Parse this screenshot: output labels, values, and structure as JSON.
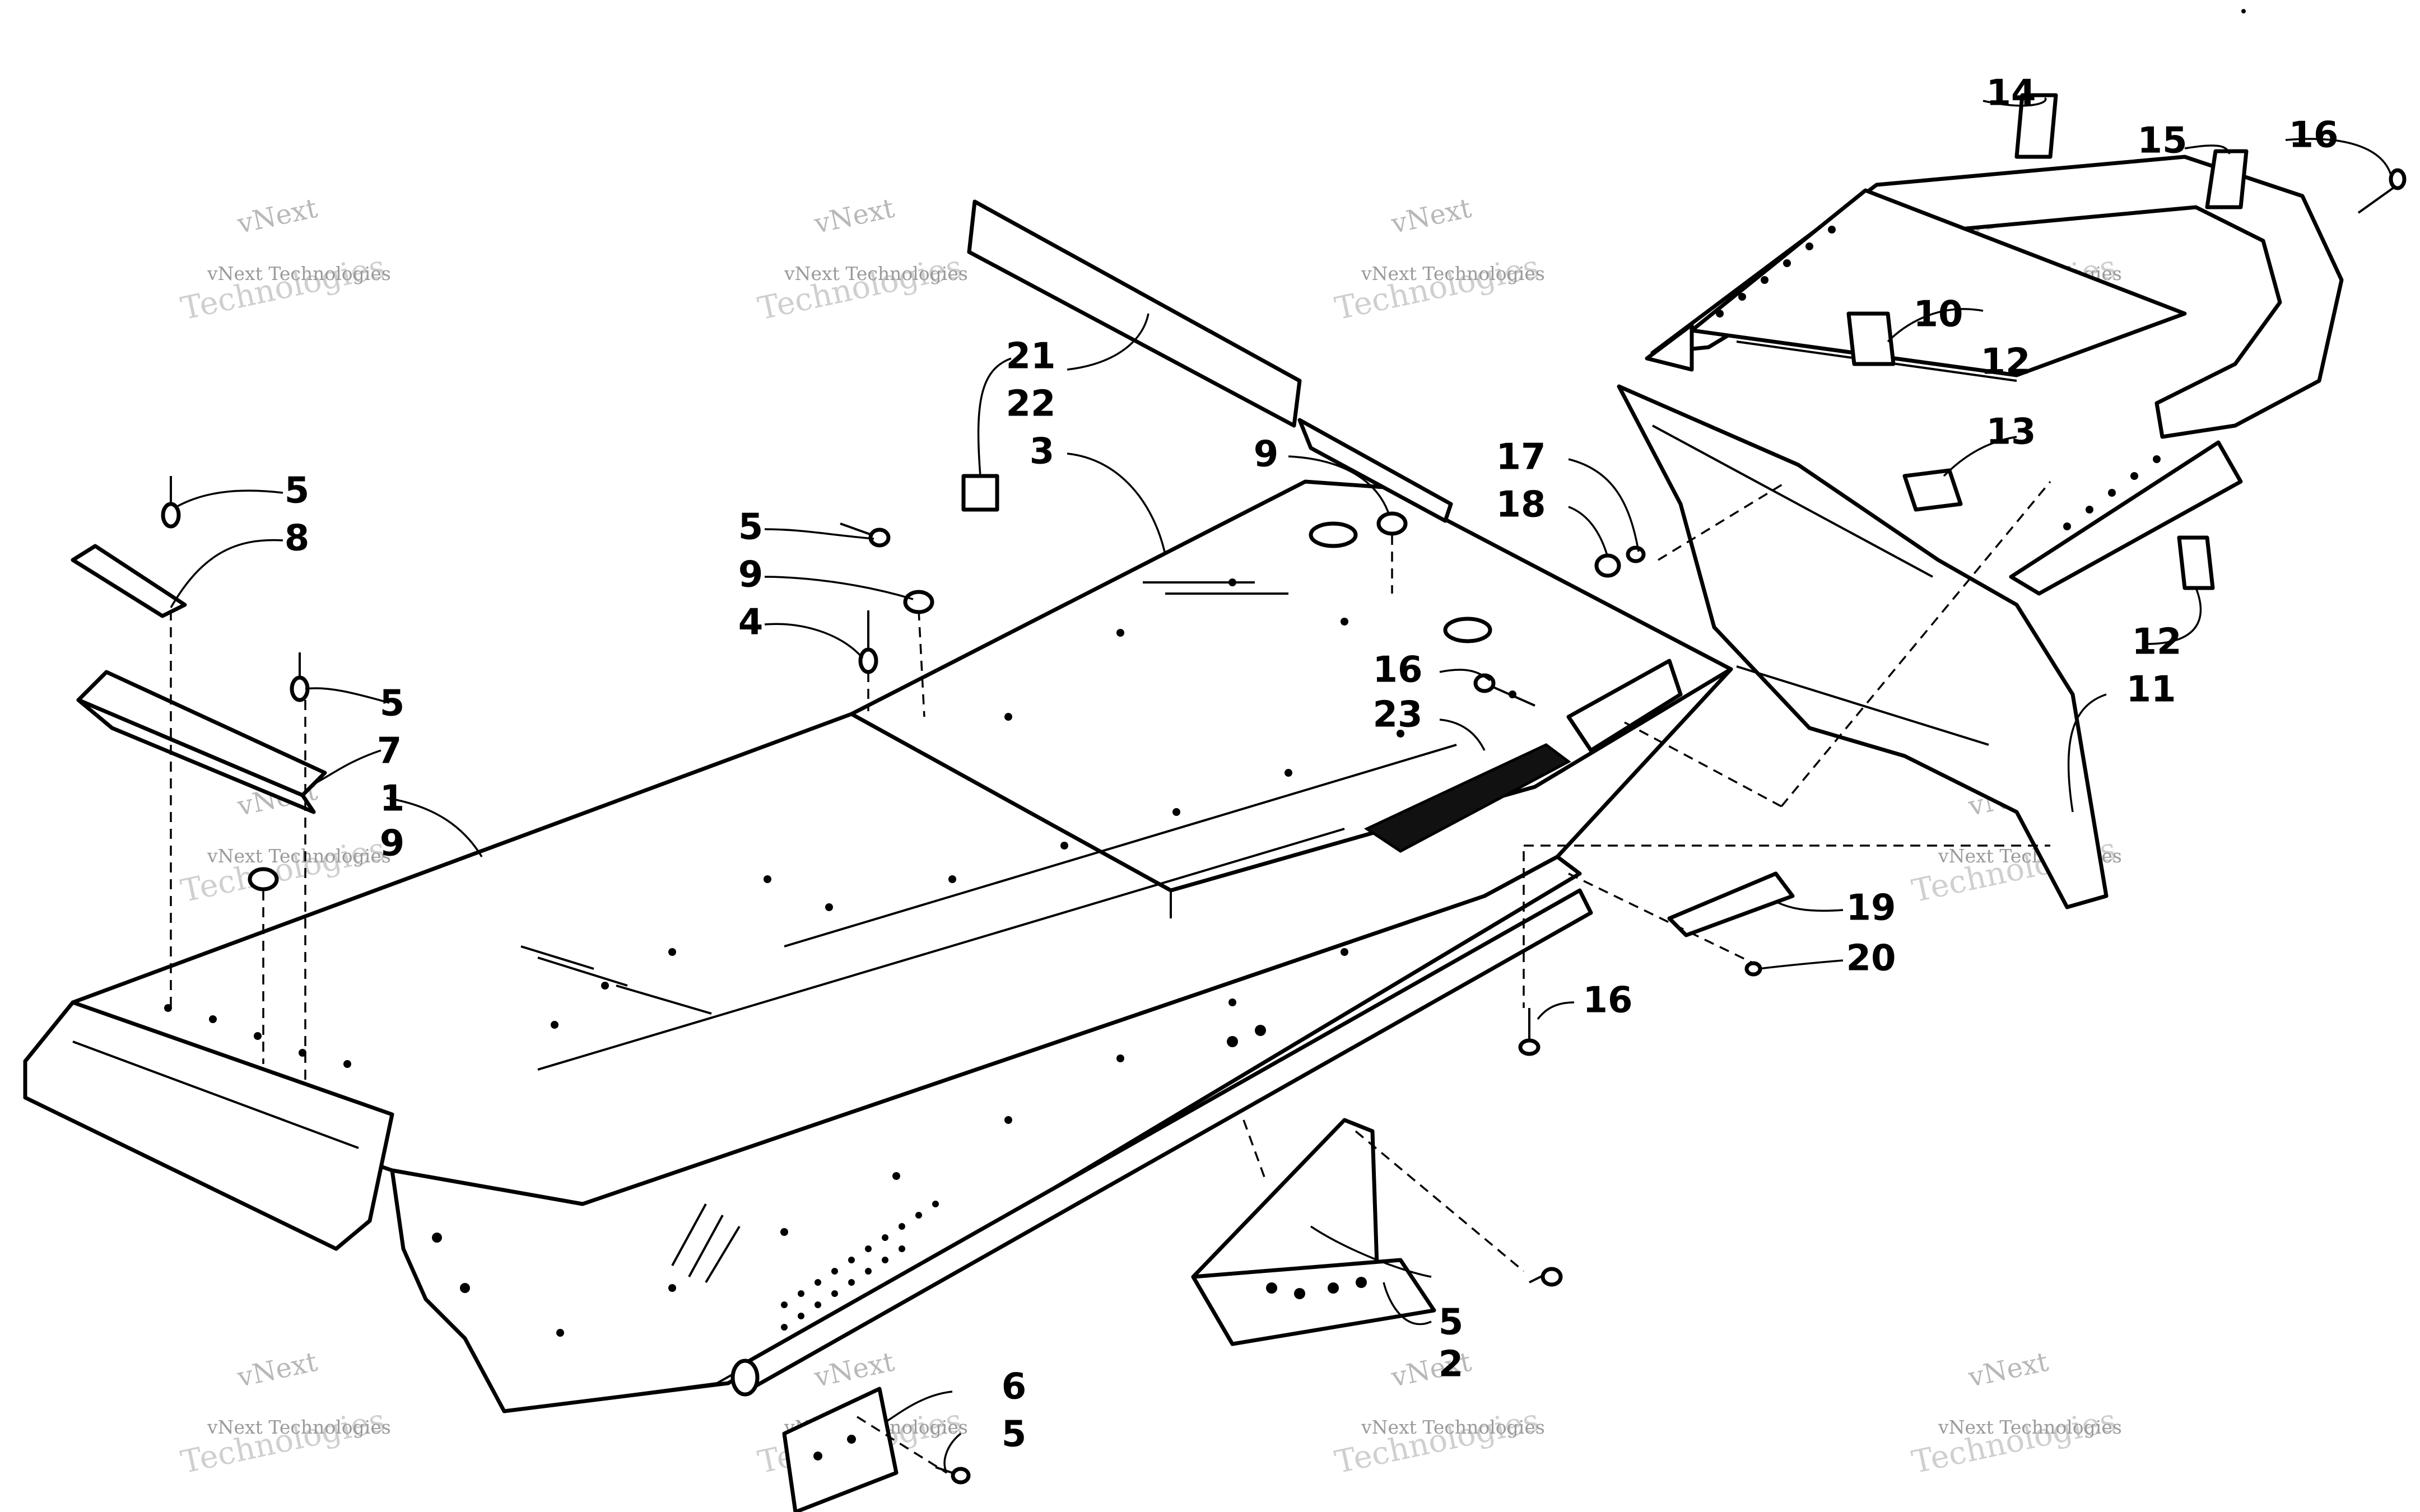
{
  "callouts": [
    {
      "id": "c-1",
      "label": "1"
    },
    {
      "id": "c-2",
      "label": "2"
    },
    {
      "id": "c-3",
      "label": "3"
    },
    {
      "id": "c-4",
      "label": "4"
    },
    {
      "id": "c-5a",
      "label": "5"
    },
    {
      "id": "c-5b",
      "label": "5"
    },
    {
      "id": "c-5c",
      "label": "5"
    },
    {
      "id": "c-5d",
      "label": "5"
    },
    {
      "id": "c-5e",
      "label": "5"
    },
    {
      "id": "c-6",
      "label": "6"
    },
    {
      "id": "c-7",
      "label": "7"
    },
    {
      "id": "c-8",
      "label": "8"
    },
    {
      "id": "c-9a",
      "label": "9"
    },
    {
      "id": "c-9b",
      "label": "9"
    },
    {
      "id": "c-9c",
      "label": "9"
    },
    {
      "id": "c-10",
      "label": "10"
    },
    {
      "id": "c-11",
      "label": "11"
    },
    {
      "id": "c-12a",
      "label": "12"
    },
    {
      "id": "c-12b",
      "label": "12"
    },
    {
      "id": "c-13",
      "label": "13"
    },
    {
      "id": "c-14",
      "label": "14"
    },
    {
      "id": "c-15",
      "label": "15"
    },
    {
      "id": "c-16a",
      "label": "16"
    },
    {
      "id": "c-16b",
      "label": "16"
    },
    {
      "id": "c-16c",
      "label": "16"
    },
    {
      "id": "c-17",
      "label": "17"
    },
    {
      "id": "c-18",
      "label": "18"
    },
    {
      "id": "c-19",
      "label": "19"
    },
    {
      "id": "c-20",
      "label": "20"
    },
    {
      "id": "c-21",
      "label": "21"
    },
    {
      "id": "c-22",
      "label": "22"
    },
    {
      "id": "c-23",
      "label": "23"
    }
  ],
  "watermark": {
    "brand": "vNext",
    "line": "vNext Technologies",
    "big": "Technologies"
  }
}
